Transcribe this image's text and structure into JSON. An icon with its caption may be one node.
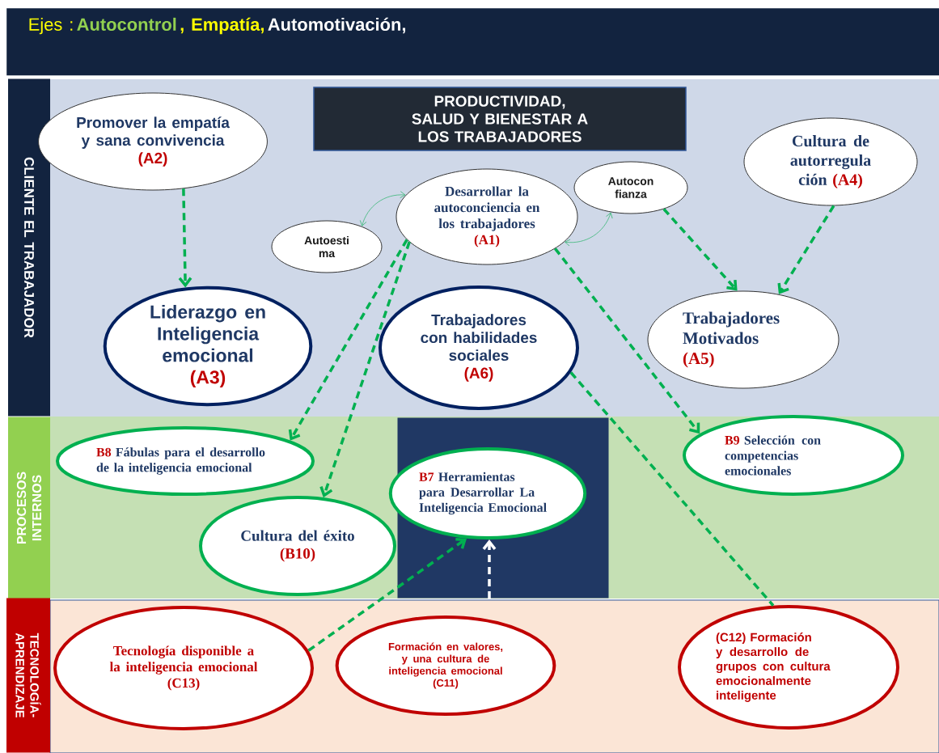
{
  "diagram": {
    "nodes": [
      {
        "text": [
          "Ejes :",
          "Autocontrol",
          ", Empatía,",
          "Automotivación,"
        ]
      },
      {
        "text": [
          "CLIENTE EL TRABAJADOR"
        ]
      },
      {
        "text": [
          "PRODUCTIVIDAD, SALUD Y BIENESTAR A LOS TRABAJADORES"
        ]
      },
      {
        "text": [
          "Promover la empatía y sana convivencia",
          "(A2)"
        ]
      },
      {
        "text": [
          "Desarrollar la autoconciencia en los trabajadores",
          "(A1)"
        ]
      },
      {
        "text": [
          "Autocon fianza"
        ]
      },
      {
        "text": [
          "Cultura de autorregula ción",
          "(A4)"
        ]
      },
      {
        "text": [
          "Autoesti ma"
        ]
      },
      {
        "text": [
          "Liderazgo en Inteligencia emocional",
          "(A3)"
        ]
      },
      {
        "text": [
          "Trabajadores con habilidades sociales",
          "(A6)"
        ]
      },
      {
        "text": [
          "Trabajadores Motivados",
          "(A5)"
        ]
      },
      {
        "text": [
          "PROCESOS INTERNOS"
        ]
      },
      {
        "text": [
          "B8",
          "Fábulas para el desarrollo de la inteligencia emocional"
        ]
      },
      {
        "text": [],
        "shape": "box"
      },
      {
        "text": [
          "B7",
          "Herramientas para Desarrollar La Inteligencia Emocional"
        ],
        "in": 13
      },
      {
        "text": [
          "B9",
          "Selección con competencias emocionales"
        ]
      },
      {
        "text": [
          "Cultura del éxito",
          "(B10)"
        ]
      },
      {
        "text": [
          "TECNOLOGÍA- APRENDIZAJE"
        ]
      },
      {
        "text": [
          "Tecnología disponible a la inteligencia emocional",
          "(C13)"
        ]
      },
      {
        "text": [
          "Formación en valores, y una cultura de inteligencia emocional",
          "(C11)"
        ]
      },
      {
        "text": [
          "(C12)",
          "Formación y desarrollo de grupos con cultura emocionalmente inteligente"
        ]
      }
    ],
    "edges": [
      {
        "from": 3,
        "to": 8,
        "arrow": "to",
        "style": "dashed"
      },
      {
        "from": 4,
        "to": 12,
        "arrow": "to",
        "style": "dashed"
      },
      {
        "from": 4,
        "to": 16,
        "arrow": "to",
        "style": "dashed"
      },
      {
        "from": 4,
        "to": 15,
        "arrow": "to",
        "style": "dashed"
      },
      {
        "from": 5,
        "to": 10,
        "arrow": "to",
        "style": "dashed"
      },
      {
        "from": 6,
        "to": 10,
        "arrow": "to",
        "style": "dashed"
      },
      {
        "from": 9,
        "to": 20,
        "arrow": "none",
        "style": "dashed"
      },
      {
        "from": 18,
        "to": 14,
        "arrow": "to",
        "style": "dashed"
      },
      {
        "from": null,
        "to": 14,
        "arrow": "to",
        "style": "dashed",
        "color": "#ffffff"
      },
      {
        "from": 7,
        "to": 4,
        "arrow": "both",
        "color": "#3cb878"
      },
      {
        "from": 5,
        "to": 4,
        "arrow": "both",
        "color": "#3cb878"
      }
    ]
  }
}
